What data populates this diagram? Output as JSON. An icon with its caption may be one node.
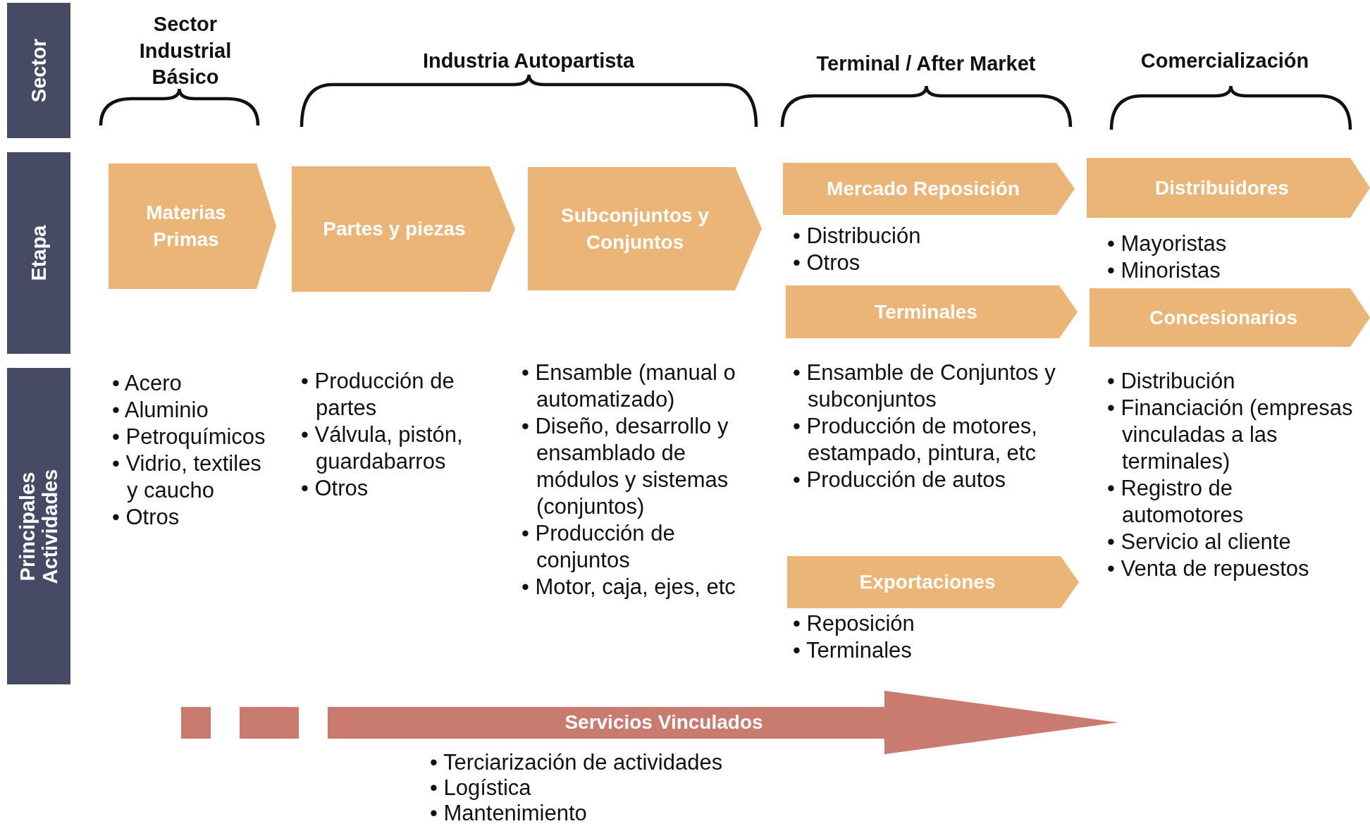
{
  "diagram": {
    "nodes": [
      {
        "text": [
          "Sector"
        ]
      },
      {
        "text": [
          "Etapa"
        ]
      },
      {
        "text": [
          "Principales Actividades"
        ]
      },
      {
        "text": [
          "Materias Primas"
        ],
        "beside": [
          "• Acero",
          "• Aluminio",
          "• Petroquímicos",
          "• Vidrio, textiles y caucho",
          "• Otros"
        ]
      },
      {
        "text": [
          "Partes y piezas"
        ],
        "beside": [
          "• Producción de partes",
          "• Válvula, pistón, guardabarros",
          "• Otros"
        ]
      },
      {
        "text": [
          "Subconjuntos y Conjuntos"
        ],
        "beside": [
          "• Ensamble (manual o automatizado)",
          "• Diseño, desarrollo y ensamblado de módulos y sistemas (conjuntos)",
          "• Producción de conjuntos",
          "• Motor, caja, ejes, etc"
        ]
      },
      {
        "text": [
          "Mercado Reposición"
        ],
        "beside": [
          "• Distribución",
          "• Otros"
        ]
      },
      {
        "text": [
          "Distribuidores"
        ],
        "beside": [
          "• Mayoristas",
          "• Minoristas"
        ]
      },
      {
        "text": [
          "Terminales"
        ],
        "beside": [
          "• Ensamble de Conjuntos y subconjuntos",
          "• Producción de motores, estampado, pintura, etc",
          "• Producción de autos"
        ]
      },
      {
        "text": [
          "Concesionarios"
        ],
        "beside": [
          "• Distribución",
          "• Financiación (empresas vinculadas a las terminales)",
          "• Registro de automotores",
          "• Servicio al cliente",
          "• Venta de repuestos"
        ]
      },
      {
        "text": [
          "Exportaciones"
        ],
        "beside": [
          "• Reposición",
          "• Terminales"
        ]
      },
      {
        "text": [
          "Servicios Vinculados"
        ],
        "beside": [
          "• Terciarización de actividades",
          "• Logística",
          "• Mantenimiento"
        ]
      }
    ],
    "edges": [],
    "labels": [
      "Sector Industrial Básico",
      "Industria Autopartista",
      "Terminal / After Market",
      "Comercialización"
    ]
  }
}
